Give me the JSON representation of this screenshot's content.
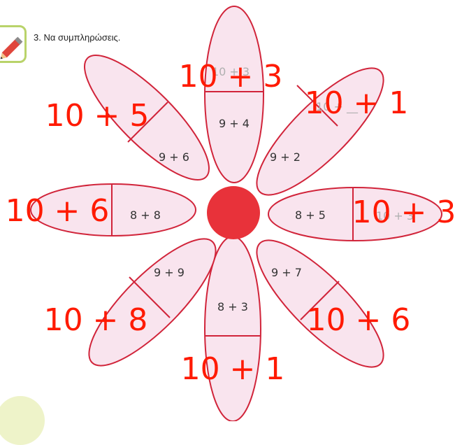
{
  "exercise": {
    "title": "3. Να συμπληρώσεις."
  },
  "petals": [
    {
      "id": "top",
      "equation": "9 + 4",
      "printed_answer": "10 + 3",
      "answer": "10 + 3"
    },
    {
      "id": "top-right",
      "equation": "9 + 2",
      "printed_answer": "10 + __",
      "answer": "10 + 1"
    },
    {
      "id": "right",
      "equation": "8 + 5",
      "printed_answer": "10 + 3",
      "answer": "10 + 3"
    },
    {
      "id": "bottom-right",
      "equation": "9 + 7",
      "answer": "10 + 6"
    },
    {
      "id": "bottom",
      "equation": "8 + 3",
      "answer": "10 + 1"
    },
    {
      "id": "bottom-left",
      "equation": "9 + 9",
      "answer": "10 + 8"
    },
    {
      "id": "left",
      "equation": "8 + 8",
      "answer": "10 + 6"
    },
    {
      "id": "top-left",
      "equation": "9 + 6",
      "answer": "10 + 5"
    }
  ],
  "colors": {
    "petal_fill": "#f9e4ee",
    "petal_stroke": "#d1243a",
    "center": "#e8323a",
    "handwriting": "#ff1a00",
    "header_border": "#b9d36a"
  }
}
